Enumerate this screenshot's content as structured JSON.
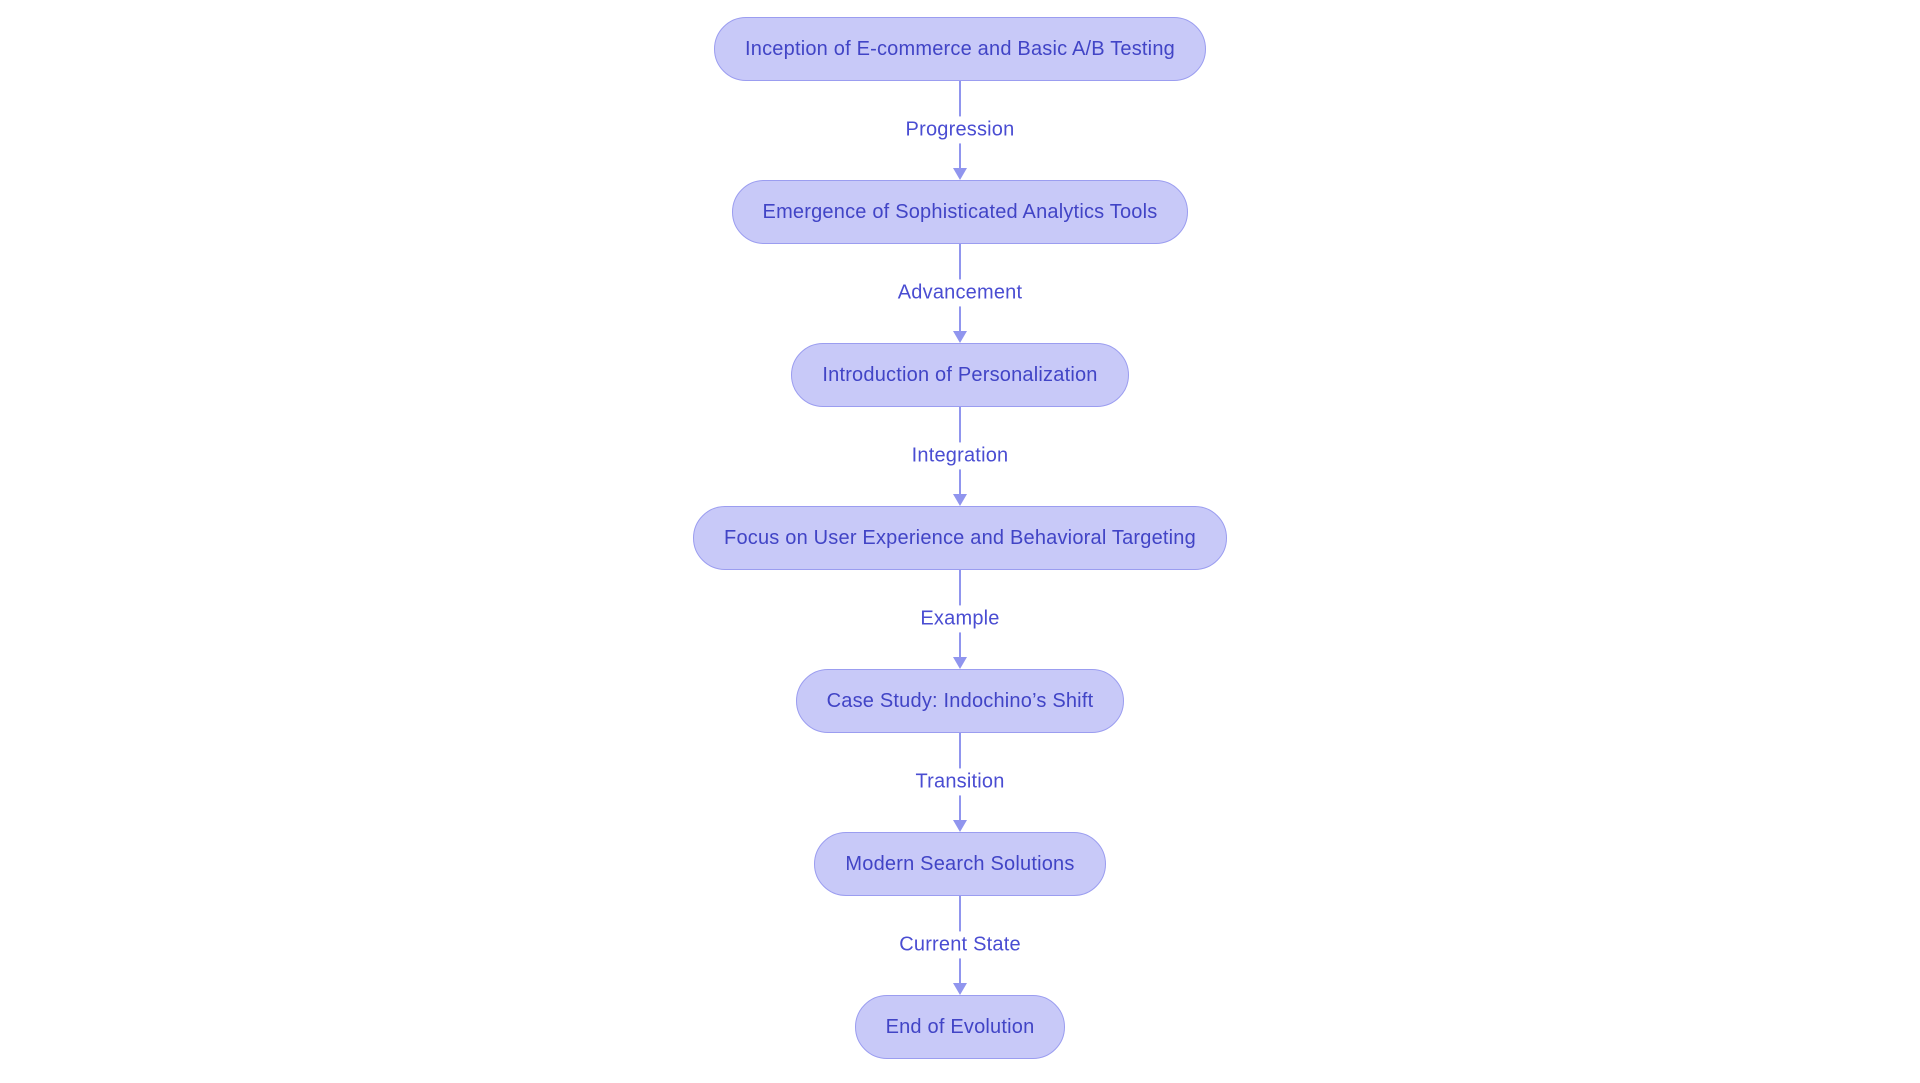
{
  "diagram": {
    "type": "flowchart",
    "direction": "top-down",
    "nodes": [
      {
        "label": "Inception of E-commerce and Basic A/B Testing"
      },
      {
        "label": "Emergence of Sophisticated Analytics Tools"
      },
      {
        "label": "Introduction of Personalization"
      },
      {
        "label": "Focus on User Experience and Behavioral Targeting"
      },
      {
        "label": "Case Study: Indochino’s Shift"
      },
      {
        "label": "Modern Search Solutions"
      },
      {
        "label": "End of Evolution"
      }
    ],
    "edges": [
      {
        "from": 1,
        "to": 2,
        "label": "Progression"
      },
      {
        "from": 2,
        "to": 3,
        "label": "Advancement"
      },
      {
        "from": 3,
        "to": 4,
        "label": "Integration"
      },
      {
        "from": 4,
        "to": 5,
        "label": "Example"
      },
      {
        "from": 5,
        "to": 6,
        "label": "Transition"
      },
      {
        "from": 6,
        "to": 7,
        "label": "Current State"
      }
    ],
    "colors": {
      "background": "#ffffff",
      "node_fill": "#c8c9f8",
      "node_border": "#9b9df0",
      "node_text": "#4144c6",
      "edge_label_text": "#4a4dd2",
      "arrow": "#9095ee"
    }
  }
}
